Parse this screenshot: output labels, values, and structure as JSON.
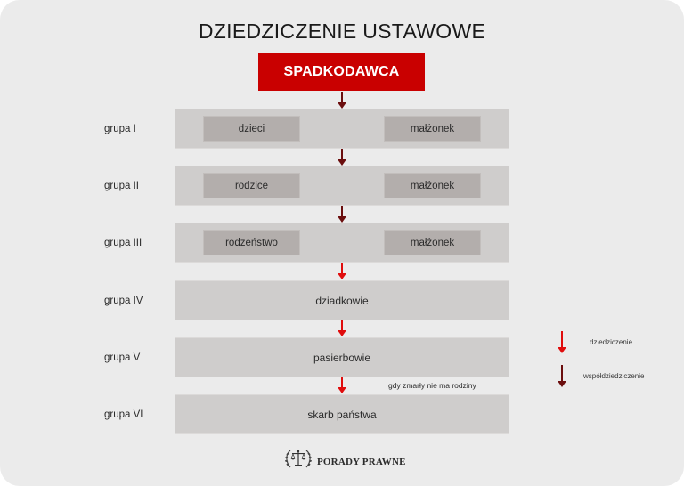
{
  "title": "DZIEDZICZENIE USTAWOWE",
  "root": {
    "label": "SPADKODAWCA",
    "color": "#c90000"
  },
  "colors": {
    "inheritance_arrow": "#e00d0d",
    "co_inheritance_arrow": "#6b0e0e",
    "row_bg": "#cfcdcc",
    "inner_bg": "#b3aeac",
    "page_bg": "#ebebeb"
  },
  "groups": [
    {
      "label": "grupa I",
      "items": [
        "dzieci",
        "małżonek"
      ],
      "arrow_in": "współdziedziczenie"
    },
    {
      "label": "grupa II",
      "items": [
        "rodzice",
        "małżonek"
      ],
      "arrow_in": "współdziedziczenie"
    },
    {
      "label": "grupa III",
      "items": [
        "rodzeństwo",
        "małżonek"
      ],
      "arrow_in": "współdziedziczenie"
    },
    {
      "label": "grupa IV",
      "items": [
        "dziadkowie"
      ],
      "arrow_in": "dziedziczenie"
    },
    {
      "label": "grupa V",
      "items": [
        "pasierbowie"
      ],
      "arrow_in": "dziedziczenie"
    },
    {
      "label": "grupa VI",
      "items": [
        "skarb państwa"
      ],
      "arrow_in": "dziedziczenie"
    }
  ],
  "note": "gdy zmarły nie ma rodziny",
  "legend": {
    "inheritance": {
      "label": "dziedziczenie",
      "icon": "arrow-down-red-icon"
    },
    "co_inheritance": {
      "label": "współdziedziczenie",
      "icon": "arrow-down-darkred-icon"
    }
  },
  "logo": {
    "text": "PORADY PRAWNE",
    "icon": "scales-of-justice-wreath-icon"
  }
}
